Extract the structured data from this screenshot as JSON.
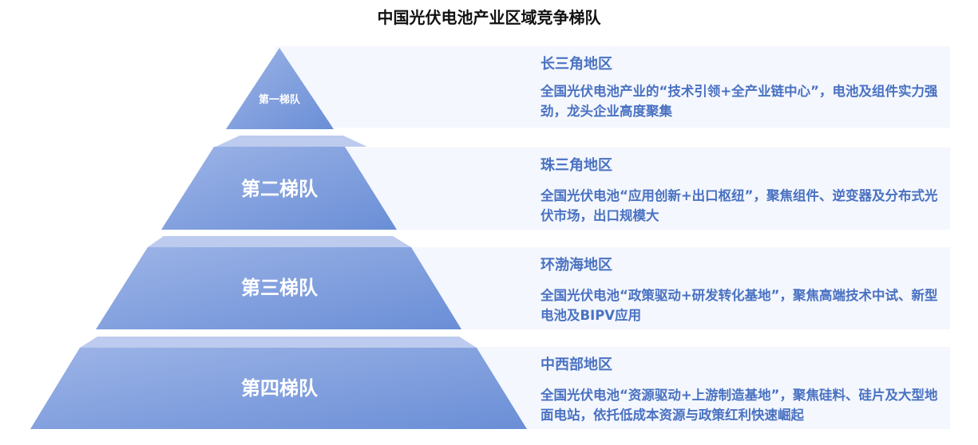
{
  "title": "中国光伏电池产业区域竞争梯队",
  "tiers": [
    {
      "label": "第一梯队",
      "region": "长三角地区",
      "description": "全国光伏电池产业的“技术引领+全产业链中心”，电池及组件实力强劲，龙头企业高度聚集"
    },
    {
      "label": "第二梯队",
      "region": "珠三角地区",
      "description": "全国光伏电池“应用创新+出口枢纽”，聚焦组件、逆变器及分布式光伏市场，出口规模大"
    },
    {
      "label": "第三梯队",
      "region": "环渤海地区",
      "description": "全国光伏电池“政策驱动+研发转化基地”，聚焦高端技术中试、新型电池及BIPV应用"
    },
    {
      "label": "第四梯队",
      "region": "中西部地区",
      "description": "全国光伏电池“资源驱动+上游制造基地”，聚焦硅料、硅片及大型地面电站，依托低成本资源与政策红利快速崛起"
    }
  ],
  "colors": {
    "accent": "#4a72c2",
    "panel": "#f4f7fd",
    "tier_dark": "#6b8fd6",
    "tier_light": "#9bb3e6",
    "cap": "#bccbee"
  }
}
